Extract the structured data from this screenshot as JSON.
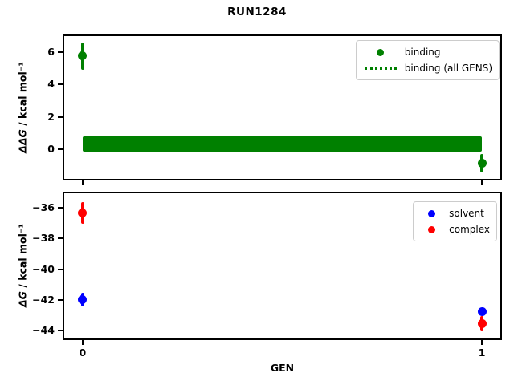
{
  "title": "RUN1284",
  "xlabel": "GEN",
  "colors": {
    "binding": "#008000",
    "solvent": "#0000ff",
    "complex": "#ff0000",
    "axis": "#000000",
    "legend_border": "#cccccc",
    "background": "#ffffff"
  },
  "chart_data": [
    {
      "type": "scatter",
      "panel": "binding-panel",
      "ylabel_math": "ΔΔG",
      "ylabel_units": " / kcal mol⁻¹",
      "xlabel": "",
      "xlim": [
        -0.046,
        1.046
      ],
      "ylim": [
        -1.84,
        6.99
      ],
      "xticks": [
        0,
        1
      ],
      "xticklabels": [],
      "yticks": [
        0,
        2,
        4,
        6
      ],
      "yticklabels": [
        "0",
        "2",
        "4",
        "6"
      ],
      "grid": false,
      "legend_position": "upper right",
      "series": [
        {
          "name": "binding",
          "color": "#008000",
          "marker": "circle",
          "points": [
            {
              "x": 0,
              "y": 5.75,
              "yerr": 0.85
            },
            {
              "x": 1,
              "y": -0.85,
              "yerr": 0.57
            }
          ]
        }
      ],
      "band": {
        "name": "binding (all GENS)",
        "color": "#008000",
        "x": [
          0,
          1
        ],
        "y_center": 0.31,
        "y_halfwidth": 0.47
      },
      "legend": {
        "items": [
          {
            "label": "binding",
            "glyph": "dot",
            "color": "#008000"
          },
          {
            "label": "binding (all GENS)",
            "glyph": "dotted-line",
            "color": "#008000"
          }
        ]
      }
    },
    {
      "type": "scatter",
      "panel": "free-energy-panel",
      "ylabel_math": "ΔG",
      "ylabel_units": " / kcal mol⁻¹",
      "xlabel": "GEN",
      "xlim": [
        -0.046,
        1.046
      ],
      "ylim": [
        -44.52,
        -35.05
      ],
      "xticks": [
        0,
        1
      ],
      "xticklabels": [
        "0",
        "1"
      ],
      "yticks": [
        -36,
        -38,
        -40,
        -42,
        -44
      ],
      "yticklabels": [
        "−36",
        "−38",
        "−40",
        "−42",
        "−44"
      ],
      "grid": false,
      "legend_position": "upper right",
      "series": [
        {
          "name": "solvent",
          "color": "#0000ff",
          "marker": "circle",
          "points": [
            {
              "x": 0,
              "y": -42.0,
              "yerr": 0.45
            },
            {
              "x": 1,
              "y": -42.75,
              "yerr": 0.1
            }
          ]
        },
        {
          "name": "complex",
          "color": "#ff0000",
          "marker": "circle",
          "points": [
            {
              "x": 0,
              "y": -36.35,
              "yerr": 0.7
            },
            {
              "x": 1,
              "y": -43.55,
              "yerr": 0.48
            }
          ]
        }
      ],
      "legend": {
        "items": [
          {
            "label": "solvent",
            "glyph": "dot",
            "color": "#0000ff"
          },
          {
            "label": "complex",
            "glyph": "dot",
            "color": "#ff0000"
          }
        ]
      }
    }
  ]
}
